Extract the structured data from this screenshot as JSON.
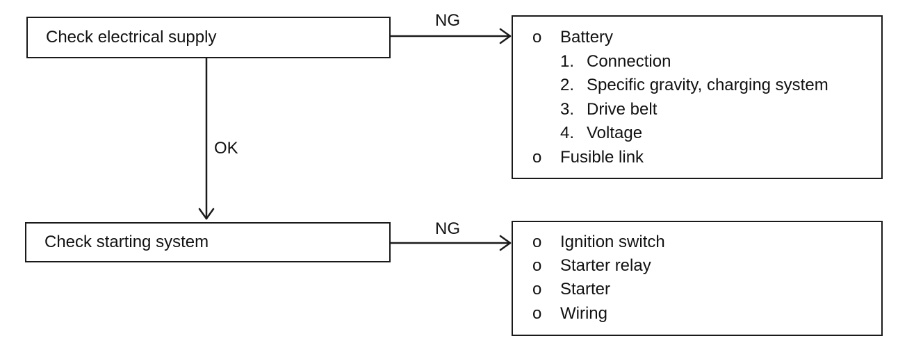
{
  "steps": [
    {
      "text": "Check electrical supply",
      "ng_label": "NG",
      "ok_label": "OK",
      "results": [
        {
          "bullet": "o",
          "text": "Battery",
          "subitems": [
            {
              "num": "1.",
              "text": "Connection"
            },
            {
              "num": "2.",
              "text": "Specific gravity, charging system"
            },
            {
              "num": "3.",
              "text": "Drive belt"
            },
            {
              "num": "4.",
              "text": "Voltage"
            }
          ]
        },
        {
          "bullet": "o",
          "text": "Fusible link"
        }
      ]
    },
    {
      "text": "Check starting system",
      "ng_label": "NG",
      "results": [
        {
          "bullet": "o",
          "text": "Ignition switch"
        },
        {
          "bullet": "o",
          "text": "Starter relay"
        },
        {
          "bullet": "o",
          "text": "Starter"
        },
        {
          "bullet": "o",
          "text": "Wiring"
        }
      ]
    }
  ]
}
